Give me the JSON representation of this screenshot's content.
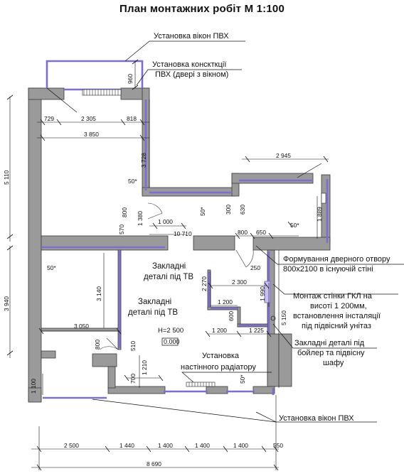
{
  "title": "План монтажних робіт  М 1:100",
  "notes": {
    "windows_top": "Установка вікон ПВХ",
    "door_window_1": "Установка конскткції",
    "door_window_2": "ПВХ (двері з вікном)",
    "door_form_1": "Формування дверного отвору",
    "door_form_2": "800х2100 в існуючій стіні",
    "gkl_1": "Монтаж стінки ГКЛ на",
    "gkl_2": "висоті 1 200мм,",
    "gkl_3": "встановлення інсталяції",
    "gkl_4": "під підвісний унітаз",
    "boiler_1": "Закладні деталі під",
    "boiler_2": "бойлер та підвісну",
    "boiler_3": "шафу",
    "radiator_1": "Установка",
    "radiator_2": "настінного радіатору",
    "windows_bottom": "Установка вікон ПВХ",
    "tv1_1": "Закладні",
    "tv1_2": "деталі під ТВ",
    "tv2_1": "Закладні",
    "tv2_2": "деталі під ТВ",
    "height": "H=2 500",
    "level": "0.000"
  },
  "dims": {
    "d729": "729",
    "d2305": "2 305",
    "d818": "818",
    "d3850": "3 850",
    "d960": "960",
    "d3728": "3 728",
    "d5110": "5 110",
    "d3940": "3 940",
    "d2945": "2 945",
    "d1889": "1 889",
    "d300": "300",
    "d630": "630",
    "d50a": "50*",
    "d50b": "50*",
    "d50c": "50*",
    "d50d": "50*",
    "d50e": "50*",
    "d800a": "800",
    "d570": "570",
    "d1380": "1 380",
    "d1000": "1 000",
    "d10710": "10 710",
    "d800b": "800",
    "d650": "650",
    "d250": "250",
    "d2270": "2 270",
    "d2300": "2 300",
    "d1200a": "1 200",
    "d1990": "1 990",
    "d600": "600",
    "d5150": "5 150",
    "d1200b": "1 200",
    "d1225": "1 225",
    "d3140": "3 140",
    "d3050": "3 050",
    "d800c": "800",
    "d510": "510",
    "d1210": "1 210",
    "d700": "700",
    "d1100": "1 100",
    "b2500": "2 500",
    "b1440": "1 440",
    "b1400a": "1 400",
    "b1400b": "1 400",
    "b1400c": "1 400",
    "b550": "550",
    "b8690": "8 690"
  }
}
